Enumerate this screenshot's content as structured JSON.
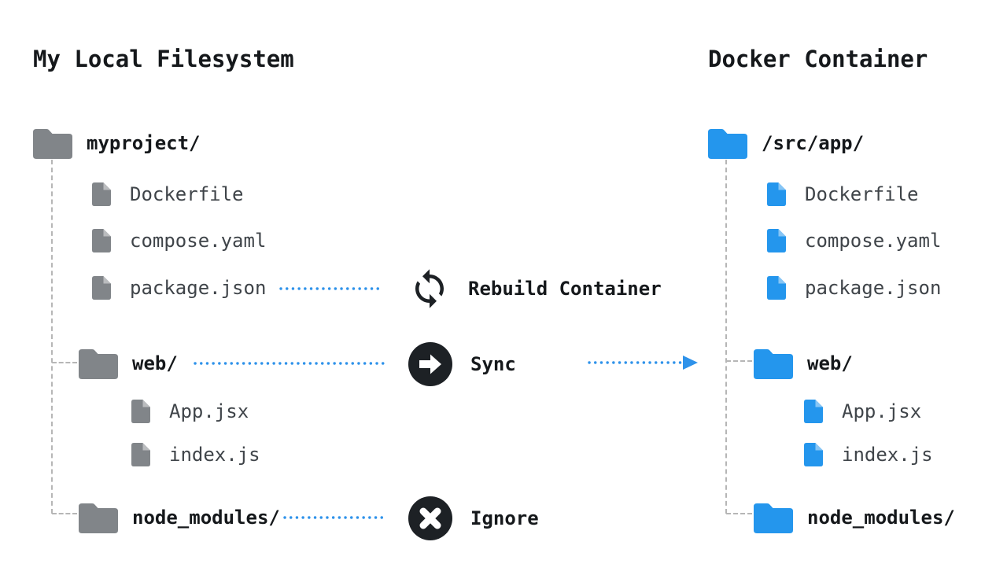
{
  "diagram": {
    "title_left": "My Local Filesystem",
    "title_right": "Docker Container"
  },
  "local_tree": {
    "root": "myproject/",
    "root_files": [
      "Dockerfile",
      "compose.yaml",
      "package.json"
    ],
    "web_folder": "web/",
    "web_files": [
      "App.jsx",
      "index.js"
    ],
    "ignored_folder": "node_modules/"
  },
  "container_tree": {
    "root": "/src/app/",
    "root_files": [
      "Dockerfile",
      "compose.yaml",
      "package.json"
    ],
    "web_folder": "web/",
    "web_files": [
      "App.jsx",
      "index.js"
    ],
    "ignored_folder": "node_modules/"
  },
  "actions": {
    "rebuild_label": "Rebuild Container",
    "sync_label": "Sync",
    "ignore_label": "Ignore"
  },
  "icons": {
    "rebuild": "refresh-icon",
    "sync": "arrow-right-circle-icon",
    "ignore": "x-circle-icon",
    "local_folder": "folder-icon",
    "container_folder": "folder-icon",
    "file": "file-icon"
  },
  "colors": {
    "local_gray": "#818589",
    "docker_blue": "#2496ed",
    "connector_blue": "#2e92ea",
    "action_black": "#1d2125",
    "heading_text": "#15181b",
    "file_text": "#3f4449",
    "tree_dash_gray": "#b6b6b6",
    "background": "#ffffff"
  }
}
